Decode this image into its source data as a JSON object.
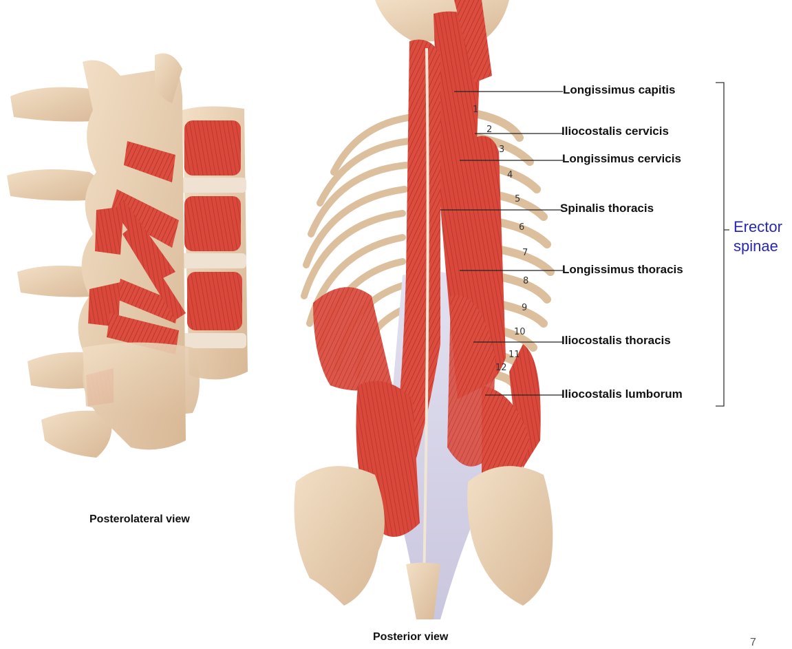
{
  "labels": {
    "longissimus_capitis": "Longissimus capitis",
    "iliocostalis_cervicis": "Iliocostalis cervicis",
    "longissimus_cervicis": "Longissimus cervicis",
    "spinalis_thoracis": "Spinalis thoracis",
    "longissimus_thoracis": "Longissimus thoracis",
    "iliocostalis_thoracis": "Iliocostalis thoracis",
    "iliocostalis_lumborum": "Iliocostalis lumborum"
  },
  "group_label": "Erector\nspinae",
  "captions": {
    "posterolateral": "Posterolateral view",
    "posterior": "Posterior view"
  },
  "rib_numbers": [
    "1",
    "2",
    "3",
    "4",
    "5",
    "6",
    "7",
    "8",
    "9",
    "10",
    "11",
    "12"
  ],
  "page_number": "7",
  "colors": {
    "muscle": "#d9483b",
    "muscle_dark": "#a92f26",
    "bone": "#e8cfb0",
    "bone_shadow": "#c9a987",
    "fascia": "#d8d6ea",
    "group_label": "#2626b8"
  }
}
